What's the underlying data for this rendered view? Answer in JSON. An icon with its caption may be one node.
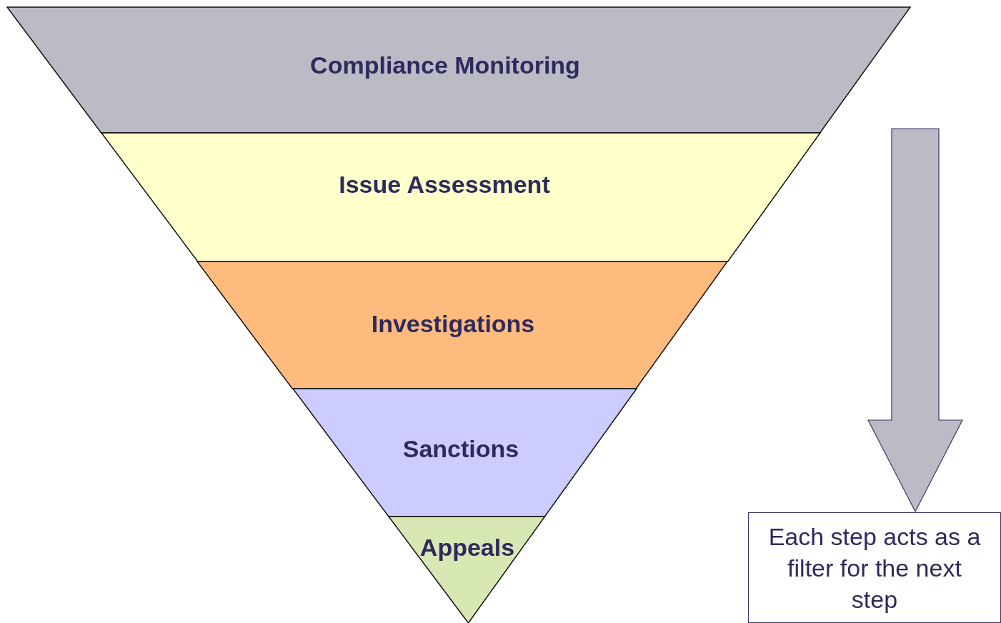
{
  "diagram": {
    "nodes": [
      {
        "text": [
          "Compliance Monitoring"
        ]
      },
      {
        "text": [
          "Issue Assessment"
        ]
      },
      {
        "text": [
          "Investigations"
        ]
      },
      {
        "text": [
          "Sanctions"
        ]
      },
      {
        "text": [
          "Appeals"
        ]
      },
      {
        "text": [
          "Each step acts as a filter for the next step"
        ]
      }
    ],
    "edges": [
      {
        "from": null,
        "to": 5,
        "arrow": "to"
      }
    ]
  }
}
